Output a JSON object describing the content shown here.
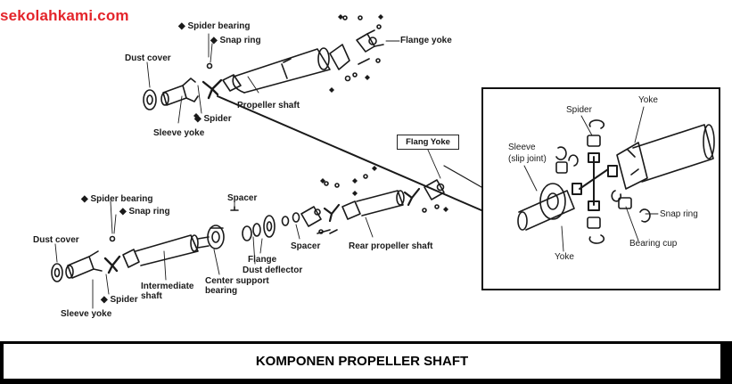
{
  "watermark": "sekolahkami.com",
  "top_assembly": {
    "labels": {
      "spider_bearing": "◆ Spider bearing",
      "snap_ring": "◆ Snap ring",
      "flange_yoke": "Flange yoke",
      "dust_cover": "Dust cover",
      "propeller_shaft": "Propeller shaft",
      "spider": "◆ Spider",
      "sleeve_yoke": "Sleeve yoke"
    }
  },
  "callout": "Flang Yoke",
  "bottom_assembly": {
    "labels": {
      "spider_bearing": "◆ Spider bearing",
      "snap_ring": "◆ Snap ring",
      "dust_cover": "Dust cover",
      "spacer_top": "Spacer",
      "spider": "◆ Spider",
      "intermediate_shaft_1": "Intermediate",
      "intermediate_shaft_2": "shaft",
      "center_support_1": "Center support",
      "center_support_2": "bearing",
      "flange": "Flange",
      "spacer_bottom": "Spacer",
      "dust_deflector": "Dust deflector",
      "rear_propeller_shaft": "Rear propeller shaft",
      "sleeve_yoke": "Sleeve yoke"
    }
  },
  "inset": {
    "labels": {
      "spider": "Spider",
      "yoke_top": "Yoke",
      "sleeve_1": "Sleeve",
      "sleeve_2": "(slip joint)",
      "snap_ring": "Snap ring",
      "bearing_cup": "Bearing cup",
      "yoke_bottom": "Yoke"
    }
  },
  "title": "KOMPONEN PROPELLER SHAFT"
}
